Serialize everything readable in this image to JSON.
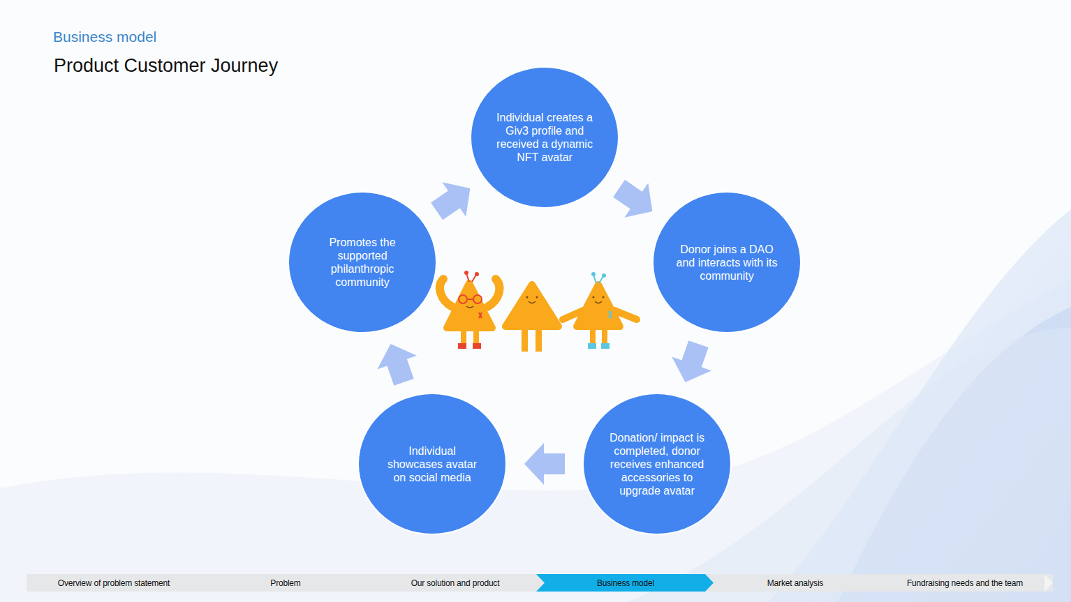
{
  "diagram": {
    "title": "Product Customer Journey",
    "nodes": [
      {
        "text": [
          "Individual creates a Giv3 profile and received a dynamic NFT avatar"
        ]
      },
      {
        "text": [
          "Donor joins a DAO and interacts with its community"
        ]
      },
      {
        "text": [
          "Donation/ impact is completed, donor receives enhanced accessories to upgrade avatar"
        ]
      },
      {
        "text": [
          "Individual showcases avatar on social media"
        ]
      },
      {
        "text": [
          "Promotes the supported philanthropic community"
        ]
      }
    ],
    "edges": [
      {
        "from": 0,
        "to": 1,
        "arrow": "to"
      },
      {
        "from": 1,
        "to": 2,
        "arrow": "to"
      },
      {
        "from": 2,
        "to": 3,
        "arrow": "to"
      },
      {
        "from": 3,
        "to": 4,
        "arrow": "to"
      },
      {
        "from": 4,
        "to": 0,
        "arrow": "to"
      }
    ],
    "labels": [
      "Business model",
      "Overview of  problem statement",
      "Problem",
      "Our solution and product",
      "Business model",
      "Market analysis",
      "Fundraising needs and the team"
    ]
  }
}
